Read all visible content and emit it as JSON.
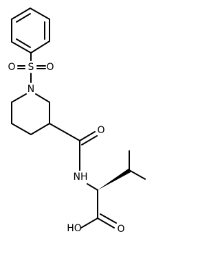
{
  "molecule": {
    "atom_labels": {
      "sulfonyl_o_left": "O",
      "sulfur": "S",
      "sulfonyl_o_right": "O",
      "ring_nitrogen": "N",
      "amide_oxygen": "O",
      "amide_nh": "NH",
      "hydroxyl": "HO",
      "carbonyl_oxygen": "O"
    }
  }
}
